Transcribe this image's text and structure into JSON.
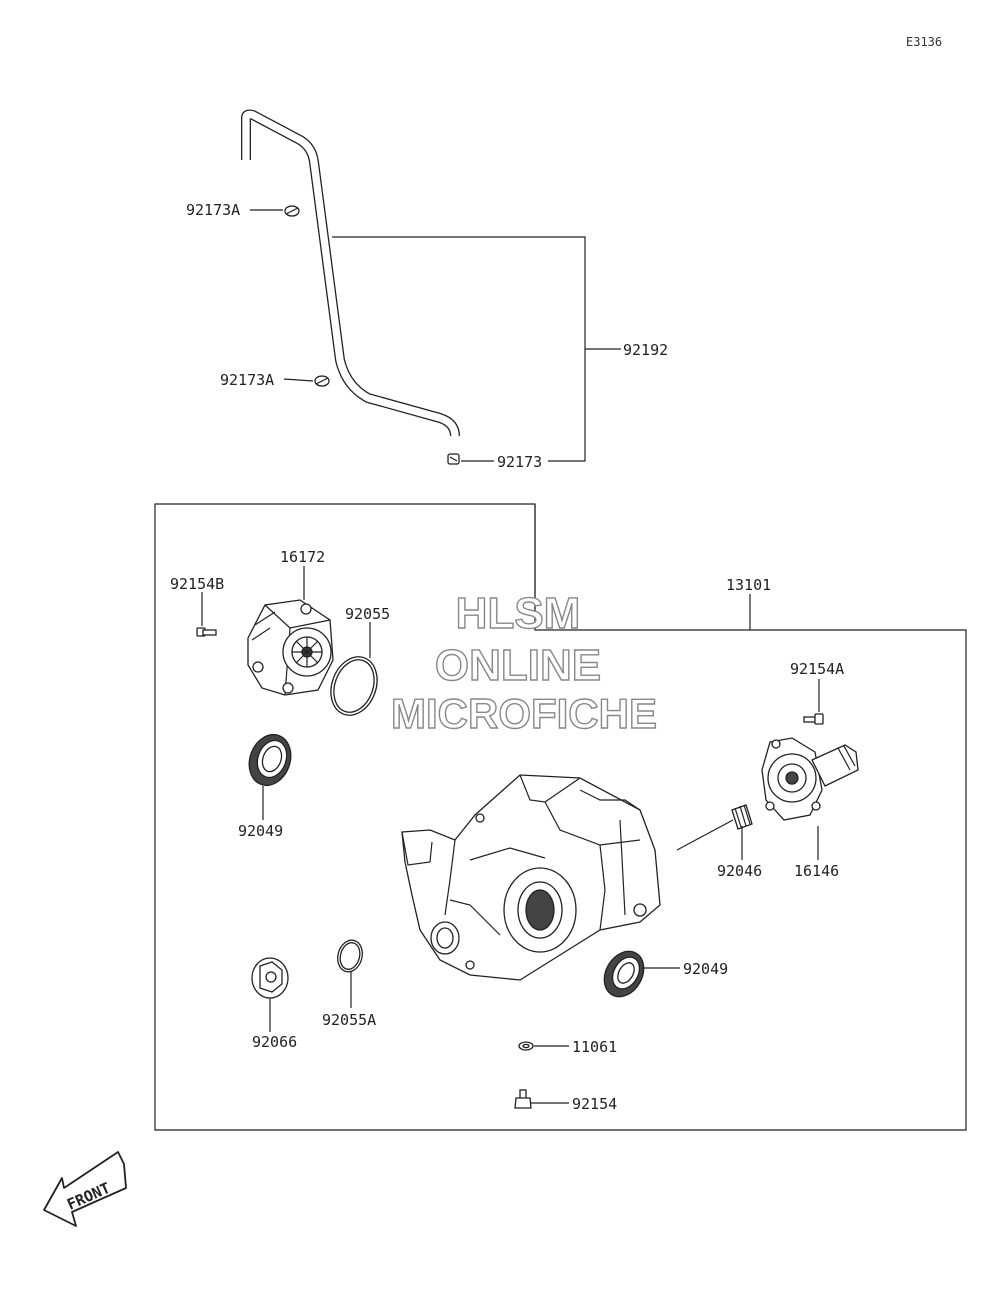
{
  "diagram_code": "E3136",
  "watermark": {
    "line1": "HLSM",
    "line2": "ONLINE",
    "line3": "MICROFICHE"
  },
  "front_label": "FRONT",
  "parts": {
    "p92173A_top": "92173A",
    "p92173A_bottom": "92173A",
    "p92192": "92192",
    "p92173": "92173",
    "p16172": "16172",
    "p92154B": "92154B",
    "p92055": "92055",
    "p13101": "13101",
    "p92154A": "92154A",
    "p92049_left": "92049",
    "p92046": "92046",
    "p16146": "16146",
    "p92049_right": "92049",
    "p92066": "92066",
    "p92055A": "92055A",
    "p11061": "11061",
    "p92154": "92154"
  }
}
